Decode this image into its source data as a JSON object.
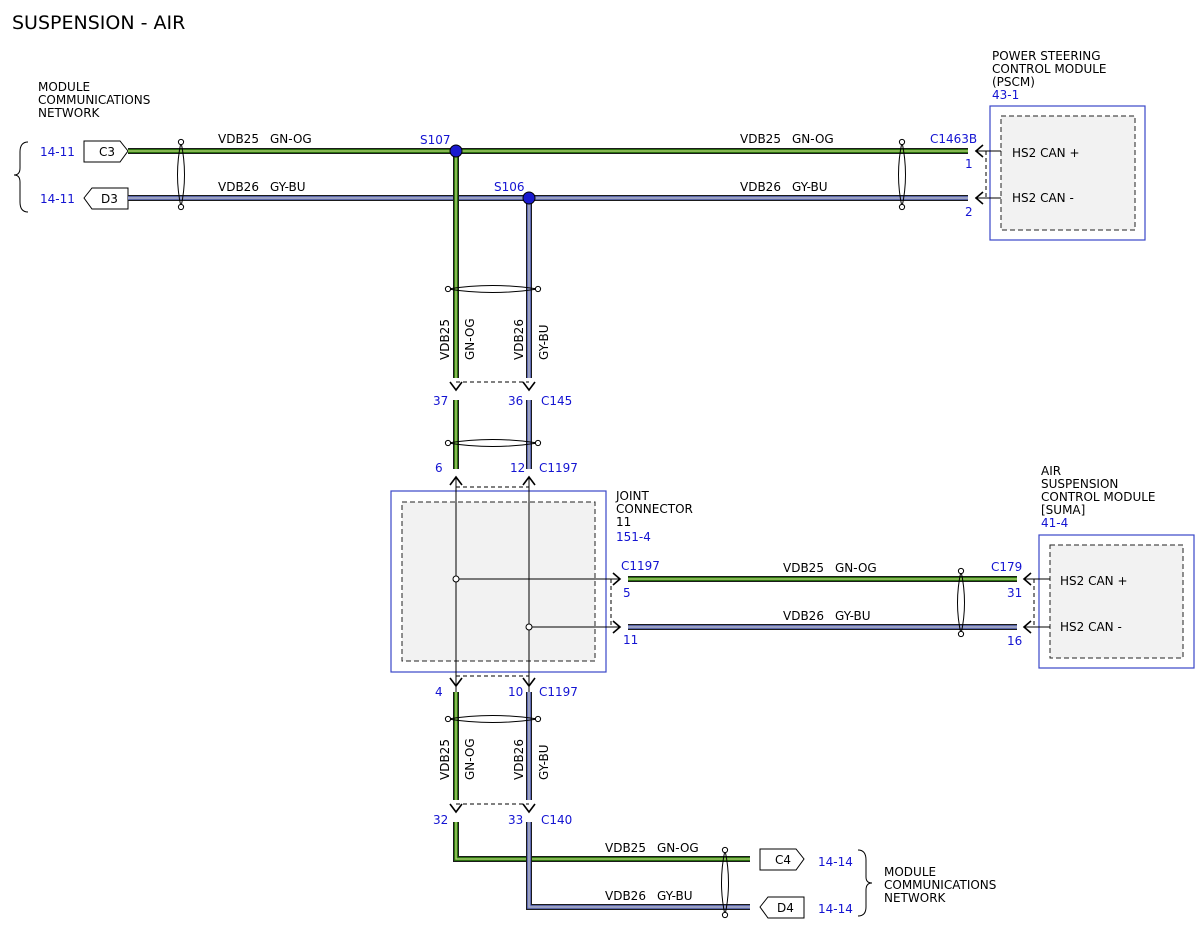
{
  "title": "SUSPENSION - AIR",
  "colors": {
    "GN-OG": "#2e8a0a",
    "GY-BU": "#6f7fd8",
    "GN-OG_stripe": "#b9d27a",
    "GY-BU_stripe": "#b4b4b4",
    "reference": "#1414d2",
    "module_border": "#3a46c8"
  },
  "network_top": {
    "lines": [
      "MODULE",
      "COMMUNICATIONS",
      "NETWORK"
    ]
  },
  "network_bottom": {
    "lines": [
      "MODULE",
      "COMMUNICATIONS",
      "NETWORK"
    ]
  },
  "flags": {
    "c3": {
      "label": "C3",
      "ref": "14-11"
    },
    "d3": {
      "label": "D3",
      "ref": "14-11"
    },
    "c4": {
      "label": "C4",
      "ref": "14-14"
    },
    "d4": {
      "label": "D4",
      "ref": "14-14"
    }
  },
  "pscm": {
    "lines": [
      "POWER STEERING",
      "CONTROL MODULE",
      "(PSCM)"
    ],
    "ref": "43-1",
    "connector": "C1463B",
    "pin_plus": "1",
    "pin_minus": "2",
    "sig_plus": "HS2 CAN +",
    "sig_minus": "HS2 CAN -"
  },
  "suma": {
    "lines": [
      "AIR",
      "SUSPENSION",
      "CONTROL MODULE",
      "[SUMA]"
    ],
    "ref": "41-4",
    "connector": "C179",
    "pin_plus": "31",
    "pin_minus": "16",
    "sig_plus": "HS2 CAN +",
    "sig_minus": "HS2 CAN -"
  },
  "joint": {
    "lines": [
      "JOINT",
      "CONNECTOR",
      "11"
    ],
    "ref": "151-4",
    "side_connector": "C1197",
    "side_pin_plus": "5",
    "side_pin_minus": "11"
  },
  "splices": {
    "s107": "S107",
    "s106": "S106"
  },
  "wires": {
    "vdb25": {
      "circuit": "VDB25",
      "color": "GN-OG"
    },
    "vdb26": {
      "circuit": "VDB26",
      "color": "GY-BU"
    }
  },
  "c145": {
    "name": "C145",
    "pin_a": "37",
    "pin_b": "36"
  },
  "c1197_top": {
    "name": "C1197",
    "pin_a": "6",
    "pin_b": "12"
  },
  "c1197_bottom": {
    "name": "C1197",
    "pin_a": "4",
    "pin_b": "10"
  },
  "c140": {
    "name": "C140",
    "pin_a": "32",
    "pin_b": "33"
  }
}
